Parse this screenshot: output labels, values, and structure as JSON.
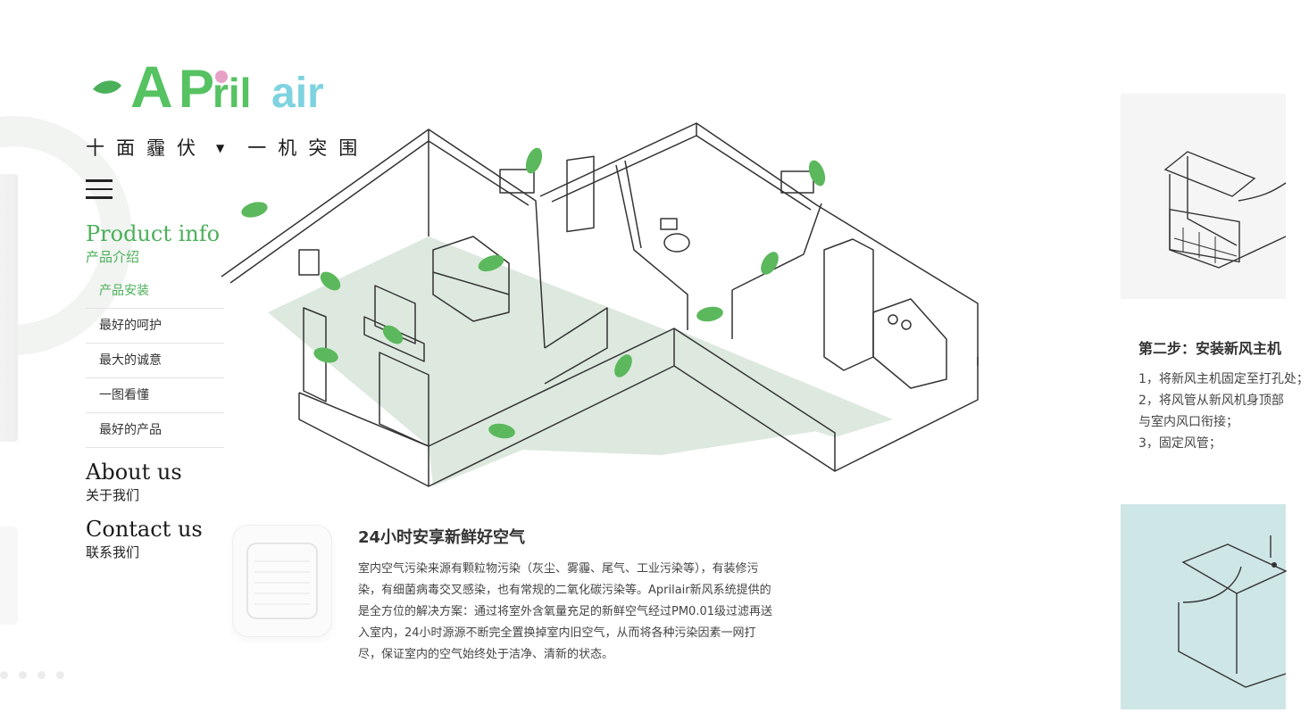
{
  "brand": {
    "logo_text": "APrilair",
    "slogan_left": "十面霾伏",
    "slogan_right": "一机突围",
    "colors": {
      "green": "#4bb05a",
      "pink": "#e7a0c6",
      "cyan": "#7fd3e0",
      "floor": "#dde9df"
    }
  },
  "icons": {
    "menu": "hamburger-icon",
    "slogan_marker": "triangle-down-icon"
  },
  "nav": {
    "product": {
      "title": "Product info",
      "subtitle": "产品介绍",
      "items": [
        {
          "label": "产品安装",
          "active": true
        },
        {
          "label": "最好的呵护"
        },
        {
          "label": "最大的诚意"
        },
        {
          "label": "一图看懂"
        },
        {
          "label": "最好的产品"
        }
      ]
    },
    "about": {
      "title": "About us",
      "subtitle": "关于我们"
    },
    "contact": {
      "title": "Contact us",
      "subtitle": "联系我们"
    }
  },
  "main": {
    "heading": "24小时安享新鲜好空气",
    "paragraph": "室内空气污染来源有颗粒物污染（灰尘、雾霾、尾气、工业污染等），有装修污染，有细菌病毒交叉感染，也有常规的二氧化碳污染等。Aprilair新风系统提供的是全方位的解决方案：通过将室外含氧量充足的新鲜空气经过PM0.01级过滤再送入室内，24小时源源不断完全置换掉室内旧空气，从而将各种污染因素一网打尽，保证室内的空气始终处于洁净、清新的状态。"
  },
  "step": {
    "title": "第二步：安装新风主机",
    "lines": [
      "1，将新风主机固定至打孔处；",
      "2，将风管从新风机身顶部",
      "与室内风口衔接；",
      "3，固定风管；"
    ]
  }
}
